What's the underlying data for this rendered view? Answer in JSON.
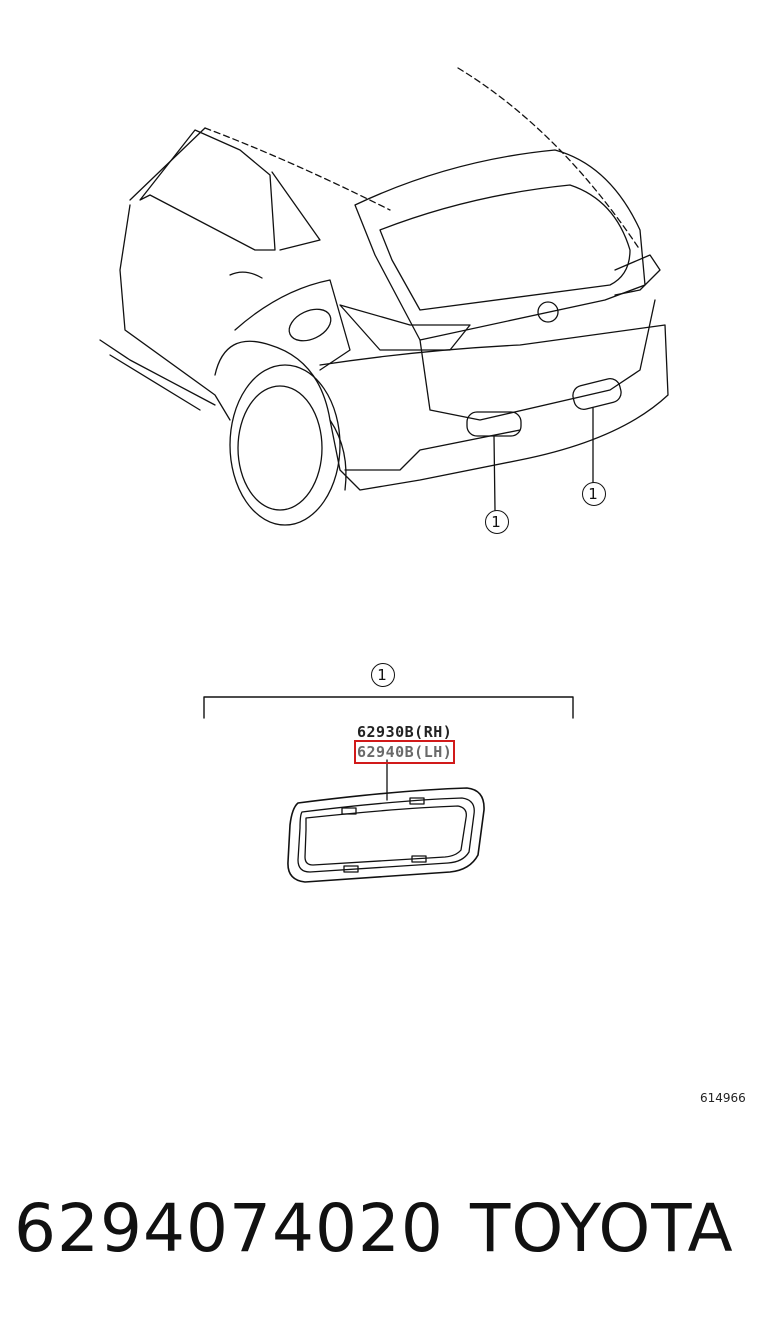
{
  "diagram": {
    "callout_symbol": "1",
    "parts": {
      "rh_label": "62930B(RH)",
      "lh_label": "62940B(LH)"
    },
    "illustration_id": "614966"
  },
  "footer": {
    "part_number": "6294074020",
    "brand": "TOYOTA"
  },
  "colors": {
    "line": "#111111",
    "highlight_box": "#d11a1a"
  }
}
